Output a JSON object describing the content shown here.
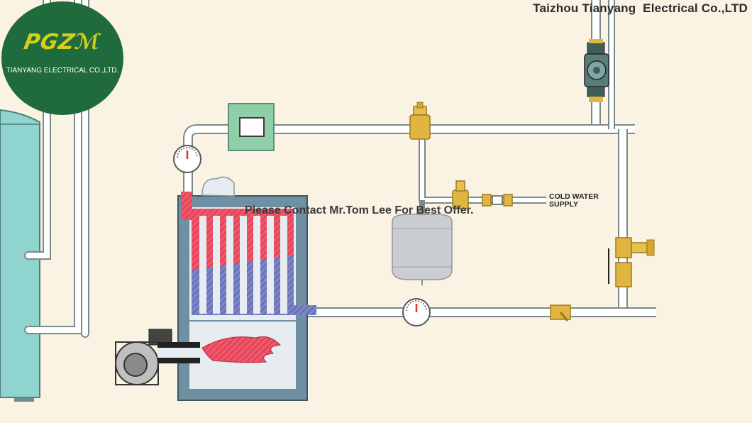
{
  "header": {
    "company_name": "Taizhou Tianyang  Electrical Co.,LTD"
  },
  "logo": {
    "mark": "PGZℳ",
    "subtitle": "TIANYANG ELECTRICAL CO.,LTD."
  },
  "watermark": {
    "contact_text": "Please Contact Mr.Tom Lee For Best Offer."
  },
  "labels": {
    "cold_water_line1": "COLD WATER",
    "cold_water_line2": "SUPPLY"
  },
  "colors": {
    "background": "#faf3e3",
    "logo_green": "#1f6b3d",
    "logo_yellow": "#d4cf1a",
    "pipe": "#ffffff",
    "pipe_outline": "#7a8a8a",
    "hot_water": "#e8475a",
    "cool_water": "#6b74b8",
    "boiler_casing": "#6f8fa3",
    "storage_tank": "#7fc9c4",
    "valve_brass": "#e0b640",
    "radiator": "#8fcfa8",
    "expansion_tank": "#c9cdd1"
  },
  "icons": {
    "pressure_gauge": "gauge-icon",
    "circulator_pump": "pump-icon",
    "burner_flame": "flame-icon"
  }
}
